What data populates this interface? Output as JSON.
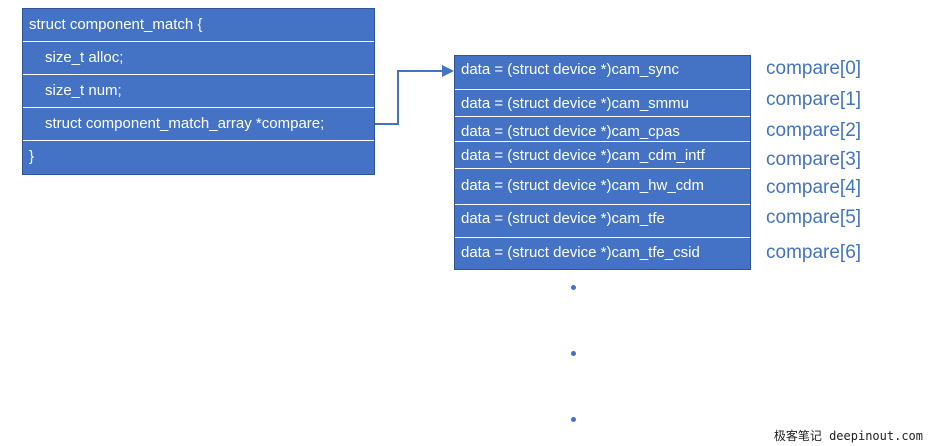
{
  "struct": {
    "lines": [
      "struct component_match {",
      "size_t alloc;",
      "size_t num;",
      "struct component_match_array *compare;",
      "}"
    ]
  },
  "array": {
    "cells": [
      "data = (struct device *)cam_sync",
      "data = (struct device *)cam_smmu",
      "data = (struct device *)cam_cpas",
      "data = (struct device *)cam_cdm_intf",
      "data = (struct device *)cam_hw_cdm",
      "data = (struct device *)cam_tfe",
      "data = (struct device *)cam_tfe_csid"
    ],
    "indices": [
      "compare[0]",
      "compare[1]",
      "compare[2]",
      "compare[3]",
      "compare[4]",
      "compare[5]",
      "compare[6]"
    ]
  },
  "watermark": "极客笔记 deepinout.com",
  "colors": {
    "box_fill": "#4472c4",
    "box_border": "#2f5597",
    "text_on_box": "#ffffff",
    "index_text": "#4472c4",
    "arrow": "#4472c4"
  }
}
